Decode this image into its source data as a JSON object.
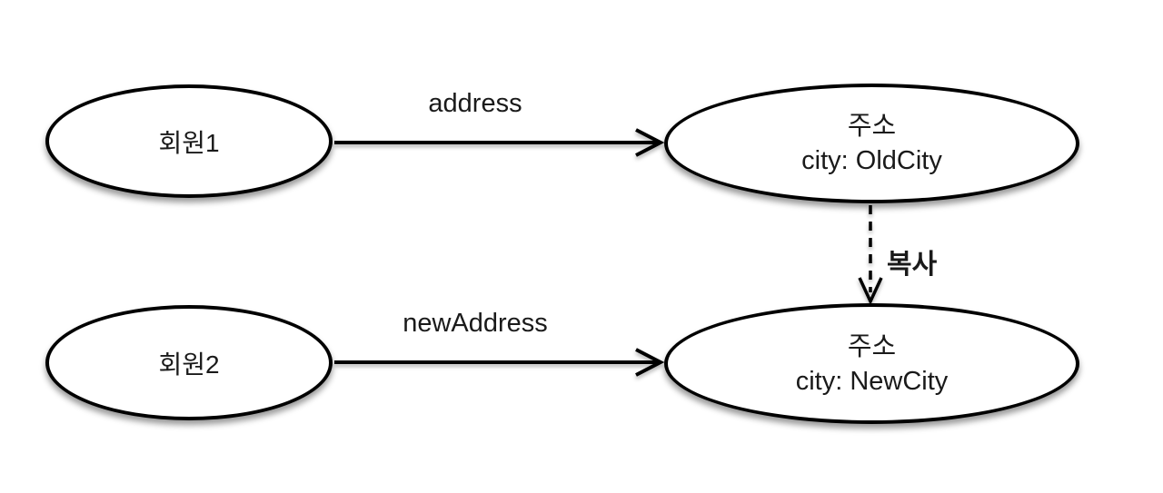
{
  "diagram": {
    "background": "#ffffff",
    "stroke_color": "#000000",
    "text_color": "#1a1a1a",
    "nodes": {
      "member1": {
        "label": "회원1"
      },
      "member2": {
        "label": "회원2"
      },
      "address_old": {
        "title": "주소",
        "attribute": "city: OldCity"
      },
      "address_new": {
        "title": "주소",
        "attribute": "city: NewCity"
      }
    },
    "edges": {
      "address": {
        "label": "address",
        "from": "member1",
        "to": "address_old",
        "style": "solid"
      },
      "new_address": {
        "label": "newAddress",
        "from": "member2",
        "to": "address_new",
        "style": "solid"
      },
      "copy": {
        "label": "복사",
        "from": "address_old",
        "to": "address_new",
        "style": "dashed"
      }
    }
  }
}
